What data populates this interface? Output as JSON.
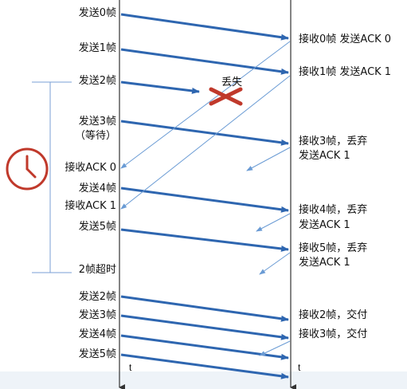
{
  "colors": {
    "arrow": "#2e66b0",
    "ack": "#6a9bd4",
    "timeline": "#333333",
    "lost_mark": "#c0392b",
    "clock": "#c0392b",
    "bracket": "#7a9fd4"
  },
  "sender_labels": [
    "发送0帧",
    "发送1帧",
    "发送2帧",
    "发送3帧",
    "（等待）",
    "接收ACK 0",
    "发送4帧",
    "接收ACK 1",
    "发送5帧",
    "2帧超时",
    "发送2帧",
    "发送3帧",
    "发送4帧",
    "发送5帧"
  ],
  "receiver_labels": [
    "接收0帧 发送ACK 0",
    "接收1帧 发送ACK 1",
    "接收3帧，丢弃",
    "发送ACK 1",
    "接收4帧，丢弃",
    "发送ACK 1",
    "接收5帧，丢弃",
    "发送ACK 1",
    "接收2帧，交付",
    "接收3帧，交付"
  ],
  "lost_label": "丢失",
  "axis": {
    "sender_time": "t",
    "receiver_time": "t"
  },
  "icons": {
    "timer": "clock-icon",
    "lost": "cross-mark-icon"
  }
}
